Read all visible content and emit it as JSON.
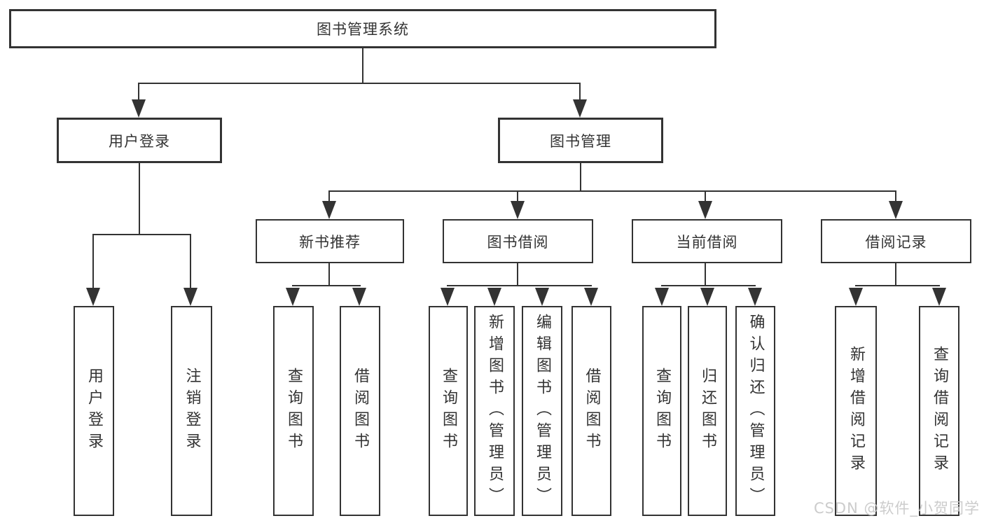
{
  "tree": {
    "root": {
      "label": "图书管理系统"
    },
    "branches": [
      {
        "label": "用户登录",
        "children": [
          {
            "label": "用户登录"
          },
          {
            "label": "注销登录"
          }
        ]
      },
      {
        "label": "图书管理",
        "children": [
          {
            "label": "新书推荐",
            "children": [
              {
                "label": "查询图书"
              },
              {
                "label": "借阅图书"
              }
            ]
          },
          {
            "label": "图书借阅",
            "children": [
              {
                "label": "查询图书"
              },
              {
                "label": "新增图书（管理员）"
              },
              {
                "label": "编辑图书（管理员）"
              },
              {
                "label": "借阅图书"
              }
            ]
          },
          {
            "label": "当前借阅",
            "children": [
              {
                "label": "查询图书"
              },
              {
                "label": "归还图书"
              },
              {
                "label": "确认归还（管理员）"
              }
            ]
          },
          {
            "label": "借阅记录",
            "children": [
              {
                "label": "新增借阅记录"
              },
              {
                "label": "查询借阅记录"
              }
            ]
          }
        ]
      }
    ]
  },
  "watermark": "CSDN @软件_小贺同学",
  "colors": {
    "line": "#333333",
    "box_background": "#ffffff",
    "watermark": "#c9c9c9"
  }
}
